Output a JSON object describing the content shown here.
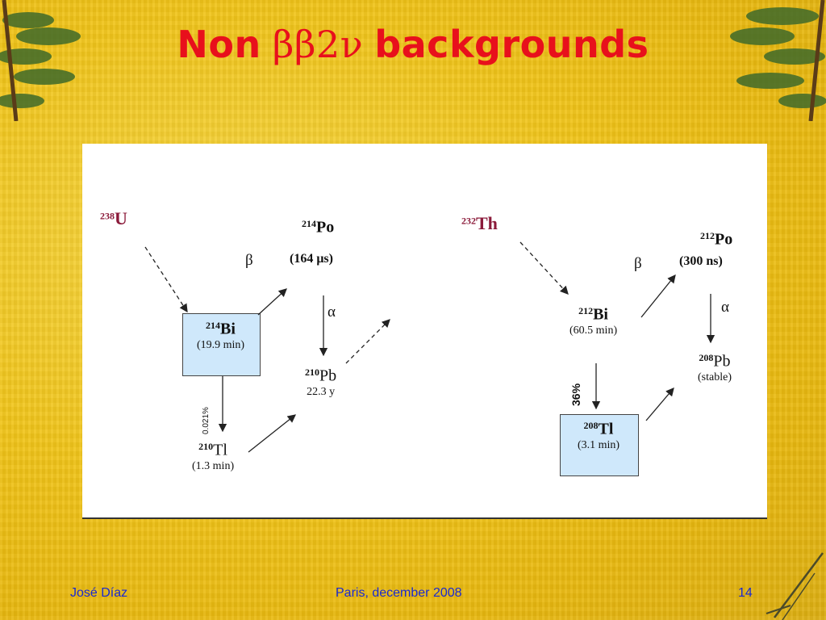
{
  "slide": {
    "title_prefix": "Non",
    "title_greek": "ββ2ν",
    "title_suffix": "backgrounds",
    "footer_left": "José Díaz",
    "footer_center": "Paris, december 2008",
    "footer_right": "14"
  },
  "uranium": {
    "parent": {
      "mass": "238",
      "symbol": "U"
    },
    "bi": {
      "mass": "214",
      "symbol": "Bi",
      "life": "(19.9 min)"
    },
    "po": {
      "mass": "214",
      "symbol": "Po",
      "life": "(164 μs)"
    },
    "pb": {
      "mass": "210",
      "symbol": "Pb",
      "life": "22.3 y"
    },
    "tl": {
      "mass": "210",
      "symbol": "Tl",
      "life": "(1.3 min)"
    },
    "beta": "β",
    "alpha": "α",
    "branch": "0.021%"
  },
  "thorium": {
    "parent": {
      "mass": "232",
      "symbol": "Th"
    },
    "bi": {
      "mass": "212",
      "symbol": "Bi",
      "life": "(60.5 min)"
    },
    "po": {
      "mass": "212",
      "symbol": "Po",
      "life": "(300 ns)"
    },
    "pb": {
      "mass": "208",
      "symbol": "Pb",
      "life": "(stable)"
    },
    "tl": {
      "mass": "208",
      "symbol": "Tl",
      "life": "(3.1 min)"
    },
    "beta": "β",
    "alpha": "α",
    "branch": "36%"
  },
  "colors": {
    "title": "#e8101c",
    "footer": "#1a2ad0",
    "box_fill": "#cfe8fb",
    "parent": "#8b1a3a"
  }
}
